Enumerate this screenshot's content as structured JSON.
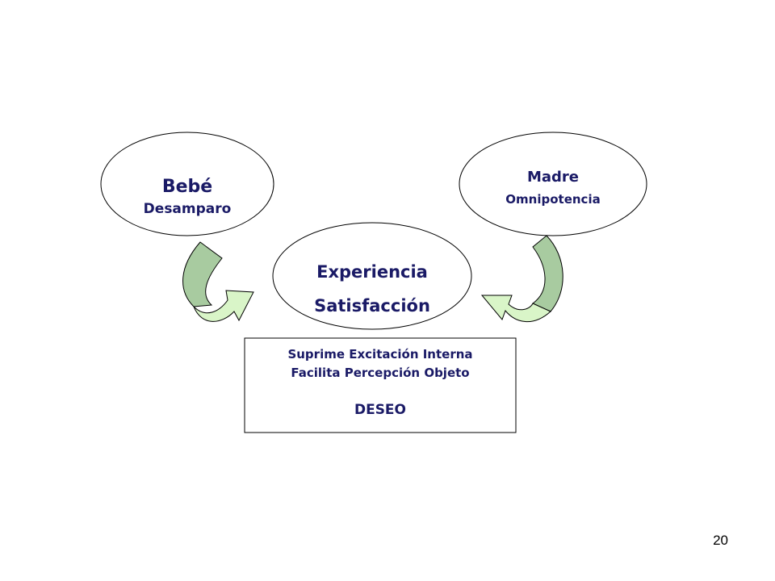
{
  "nodes": {
    "bebe": {
      "title": "Bebé",
      "subtitle": "Desamparo"
    },
    "madre": {
      "title": "Madre",
      "subtitle": "Omnipotencia"
    },
    "experiencia": {
      "line1": "Experiencia",
      "line2": "Satisfacción"
    }
  },
  "box": {
    "line1": "Suprime Excitación Interna",
    "line2": "Facilita Percepción Objeto",
    "line3": "DESEO"
  },
  "colors": {
    "text": "#1a1a66",
    "arrow_dark": "#a8cba0",
    "arrow_light": "#d9f5c8",
    "stroke": "#000000"
  },
  "page_number": "20"
}
